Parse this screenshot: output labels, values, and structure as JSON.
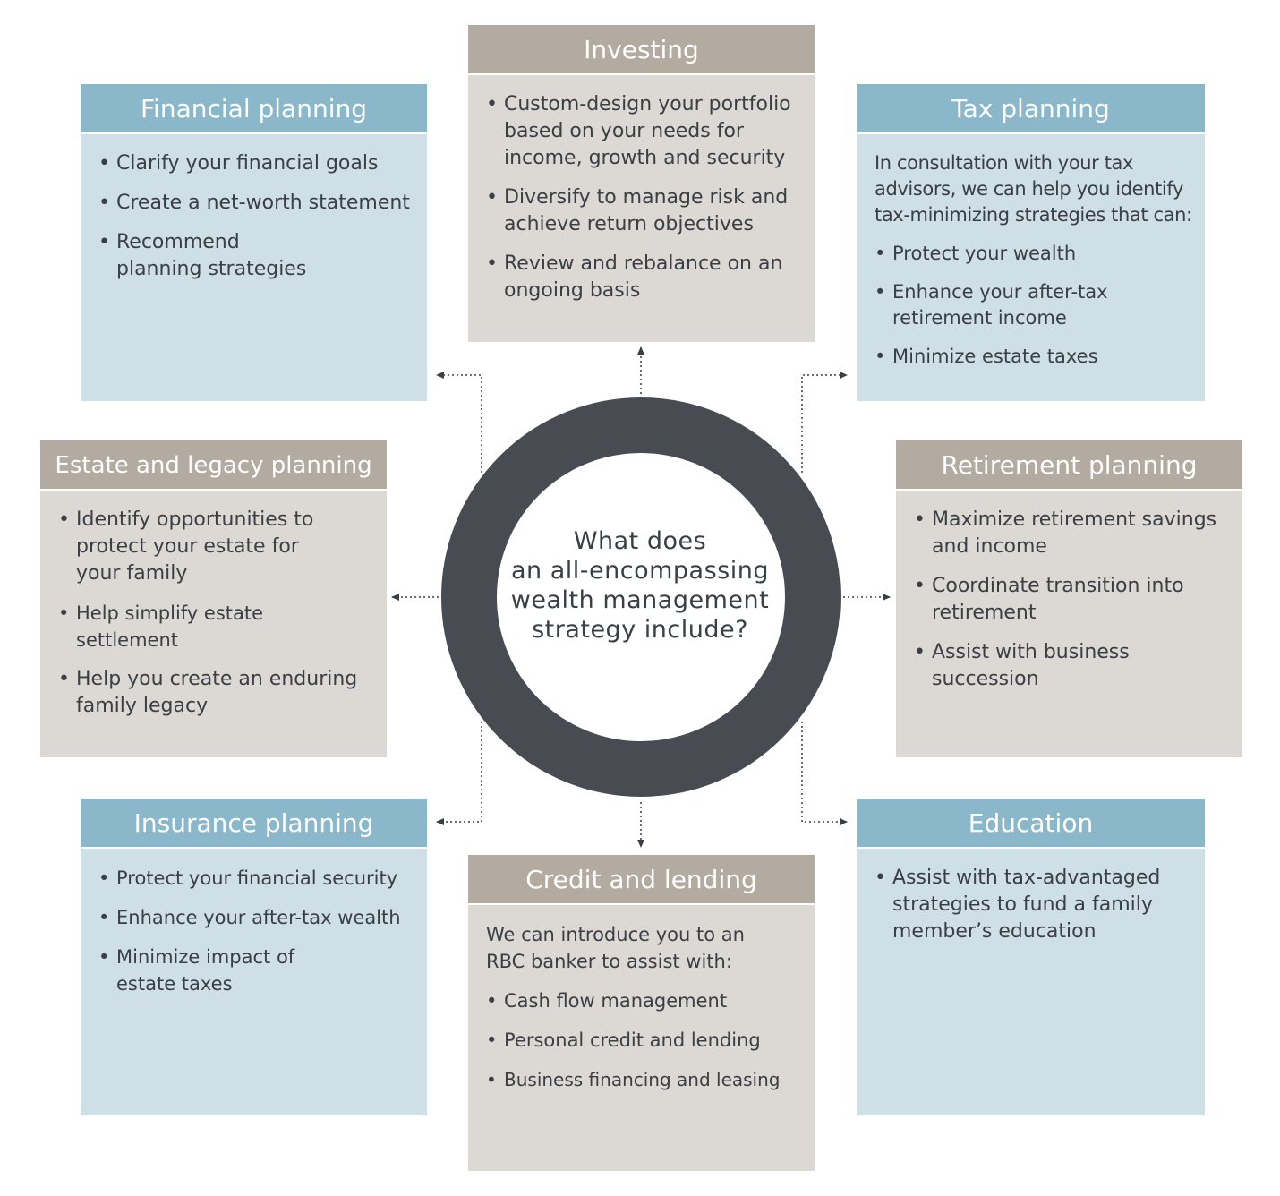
{
  "center": {
    "lines": [
      "What does",
      "an all-encompassing",
      "wealth management",
      "strategy include?"
    ]
  },
  "colors": {
    "blue_header": "#8bb7ca",
    "blue_body": "#cfdfe6",
    "taupe_header": "#b3aaa0",
    "taupe_body": "#dcd8d3",
    "ring": "#484c52"
  },
  "boxes": {
    "investing": {
      "title": "Investing",
      "items": [
        "Custom-design your portfolio based on your needs for income, growth and security",
        "Diversify to manage risk and achieve return objectives",
        "Review and rebalance on an ongoing basis"
      ]
    },
    "financial": {
      "title": "Financial planning",
      "items": [
        "Clarify your financial goals",
        "Create a net-worth statement",
        "Recommend planning strategies"
      ]
    },
    "tax": {
      "title": "Tax planning",
      "intro": "In consultation with your tax advisors, we can help you identify tax-minimizing strategies that can:",
      "items": [
        "Protect your wealth",
        "Enhance your after-tax retirement income",
        "Minimize estate taxes"
      ]
    },
    "estate": {
      "title": "Estate and legacy planning",
      "items": [
        "Identify opportunities to protect your estate for your family",
        "Help simplify estate settlement",
        "Help you create an enduring family legacy"
      ]
    },
    "retirement": {
      "title": "Retirement planning",
      "items": [
        "Maximize retirement savings and income",
        "Coordinate transition into retirement",
        "Assist with business succession"
      ]
    },
    "insurance": {
      "title": "Insurance planning",
      "items": [
        "Protect your financial security",
        "Enhance your after-tax wealth",
        "Minimize impact of estate taxes"
      ]
    },
    "credit": {
      "title": "Credit and lending",
      "intro": "We can introduce you to an RBC banker to assist with:",
      "items": [
        "Cash flow management",
        "Personal credit and lending",
        "Business financing and leasing"
      ]
    },
    "education": {
      "title": "Education",
      "items": [
        "Assist with tax-advantaged strategies to fund a family member’s education"
      ]
    }
  }
}
